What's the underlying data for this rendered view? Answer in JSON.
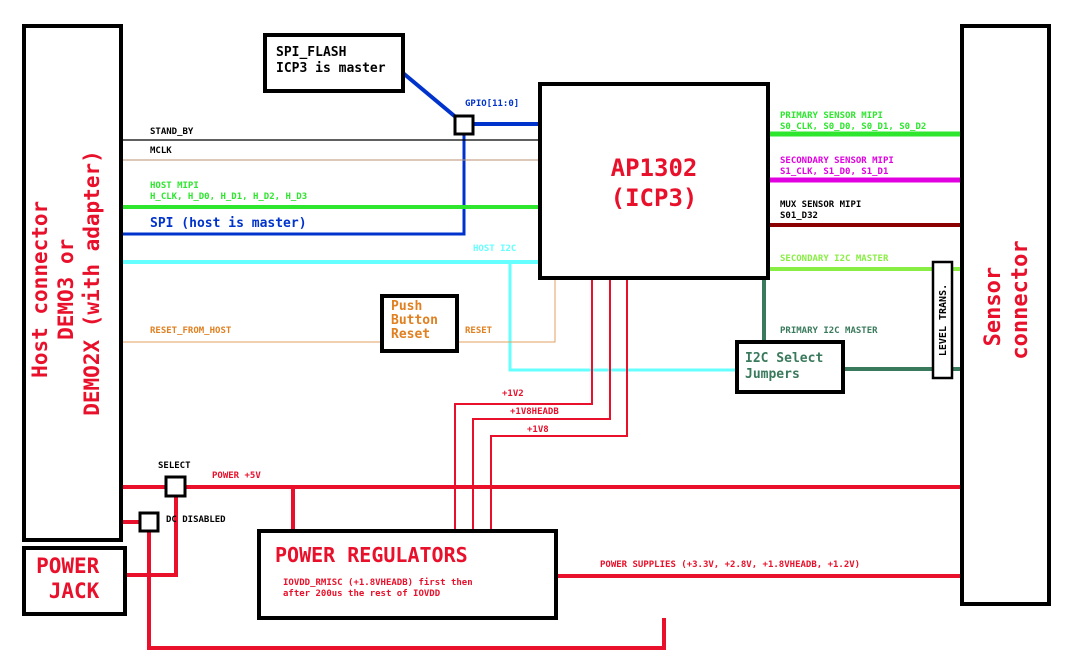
{
  "colors": {
    "green": "#2ee62e",
    "blue": "#0033cc",
    "magenta": "#e000e0",
    "darkred": "#8b0000",
    "cyan": "#66ffff",
    "lightgreen": "#88ee44",
    "teal": "#3a7a5c",
    "orange": "#e08020",
    "red": "#e8102a",
    "thin_orange": "#e0a060",
    "black": "#000000"
  },
  "blocks": {
    "host_connector": [
      "Host connector",
      "DEMO3 or",
      "DEMO2X (with adapter)"
    ],
    "sensor_connector": [
      "Sensor",
      "connector"
    ],
    "spi_flash": [
      "SPI_FLASH",
      "ICP3 is master"
    ],
    "ap1302": [
      "AP1302",
      "(ICP3)"
    ],
    "push_button": [
      "Push",
      "Button",
      "Reset"
    ],
    "i2c_select": [
      "I2C Select",
      "Jumpers"
    ],
    "level_trans": "LEVEL TRANS.",
    "power_jack": [
      "POWER",
      "JACK"
    ],
    "power_regulators": {
      "title": "POWER REGULATORS",
      "note": [
        "IOVDD_RMISC (+1.8VHEADB) first then",
        "after 200us the rest of IOVDD"
      ]
    }
  },
  "signals": {
    "gpio": "GPIO[11:0]",
    "stand_by": "STAND_BY",
    "mclk": "MCLK",
    "host_mipi": [
      "HOST MIPI",
      "H_CLK, H_D0, H_D1, H_D2, H_D3"
    ],
    "spi_host": "SPI (host is master)",
    "host_i2c": "HOST I2C",
    "reset_from_host": "RESET_FROM_HOST",
    "reset": "RESET",
    "primary_mipi": [
      "PRIMARY SENSOR MIPI",
      "S0_CLK, S0_D0, S0_D1, S0_D2"
    ],
    "secondary_mipi": [
      "SECONDARY SENSOR MIPI",
      "S1_CLK, S1_D0, S1_D1"
    ],
    "mux_mipi": [
      "MUX SENSOR MIPI",
      "S01_D32"
    ],
    "secondary_i2c": "SECONDARY I2C MASTER",
    "primary_i2c": "PRIMARY I2C MASTER",
    "v1v2": "+1V2",
    "v1v8headb": "+1V8HEADB",
    "v1v8": "+1V8",
    "select": "SELECT",
    "power_5v": "POWER +5V",
    "dc_disabled": "DC DISABLED",
    "power_supplies": "POWER SUPPLIES (+3.3V, +2.8V, +1.8VHEADB, +1.2V)"
  }
}
